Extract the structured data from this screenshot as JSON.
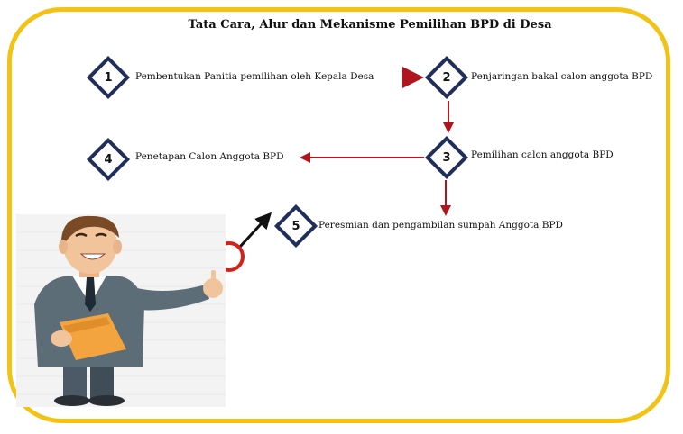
{
  "title": "Tata Cara, Alur dan Mekanisme Pemilihan BPD di Desa",
  "steps": [
    {
      "number": "1",
      "label": "Pembentukan Panitia pemilihan oleh Kepala Desa"
    },
    {
      "number": "2",
      "label": "Penjaringan bakal calon anggota BPD"
    },
    {
      "number": "3",
      "label": "Pemilihan calon anggota BPD"
    },
    {
      "number": "4",
      "label": "Penetapan Calon Anggota BPD"
    },
    {
      "number": "5",
      "label": "Peresmian dan pengambilan sumpah Anggota BPD"
    }
  ],
  "colors": {
    "frame": "#f2c315",
    "diamond": "#1f2f5a",
    "arrow": "#b0141c",
    "pointer": "#d0231c"
  },
  "illustration": "businessman-pointing"
}
